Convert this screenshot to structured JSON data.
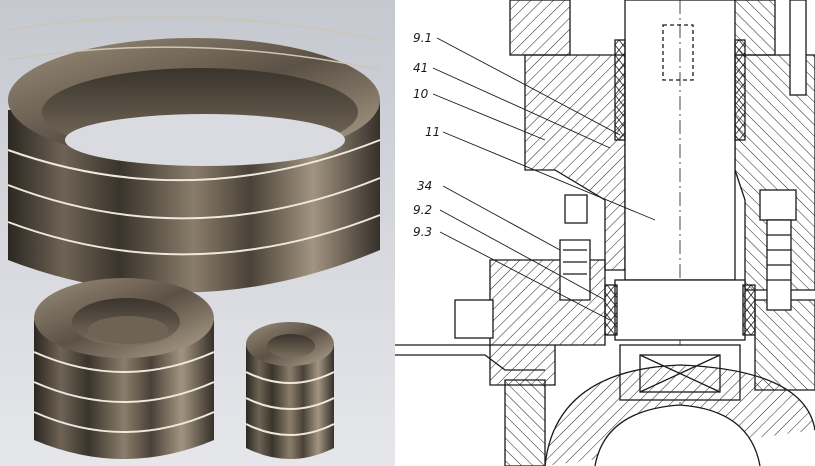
{
  "colors": {
    "photo_bg_top": "#c9ccd3",
    "photo_bg_bottom": "#e3e5ea",
    "ring_dark": "#2f2a24",
    "ring_mid": "#7a6e60",
    "ring_light": "#b8ab98",
    "groove": "#efe9dd",
    "ink": "#1a1a1a"
  },
  "drawing": {
    "callouts": [
      "9.1",
      "41",
      "10",
      "11",
      "34",
      "9.2",
      "9.3"
    ]
  }
}
